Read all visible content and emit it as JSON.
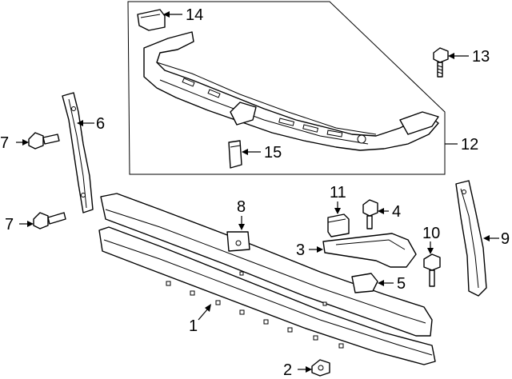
{
  "diagram": {
    "callouts": [
      {
        "id": "1",
        "label": "1"
      },
      {
        "id": "2",
        "label": "2"
      },
      {
        "id": "3",
        "label": "3"
      },
      {
        "id": "4",
        "label": "4"
      },
      {
        "id": "5",
        "label": "5"
      },
      {
        "id": "6",
        "label": "6"
      },
      {
        "id": "7a",
        "label": "7"
      },
      {
        "id": "7b",
        "label": "7"
      },
      {
        "id": "8",
        "label": "8"
      },
      {
        "id": "9",
        "label": "9"
      },
      {
        "id": "10",
        "label": "10"
      },
      {
        "id": "11",
        "label": "11"
      },
      {
        "id": "12",
        "label": "12"
      },
      {
        "id": "13",
        "label": "13"
      },
      {
        "id": "14",
        "label": "14"
      },
      {
        "id": "15",
        "label": "15"
      }
    ]
  }
}
